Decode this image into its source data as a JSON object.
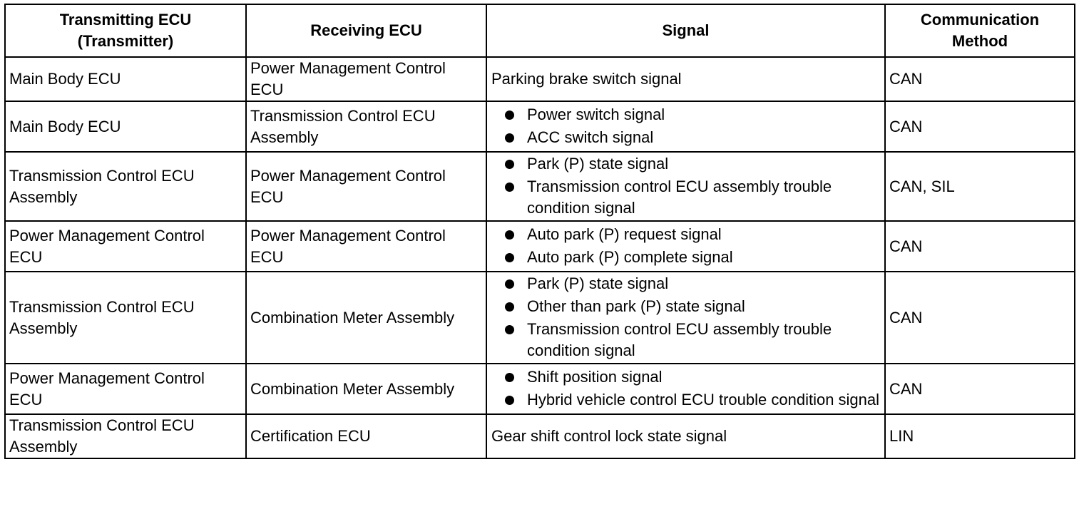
{
  "table": {
    "headers": [
      "Transmitting ECU (Transmitter)",
      "Receiving ECU",
      "Signal",
      "Communication Method"
    ],
    "rows": [
      {
        "transmitter": "Main Body ECU",
        "receiver": "Power Management Control ECU",
        "signals": [
          "Parking brake switch signal"
        ],
        "bulleted": false,
        "method": "CAN"
      },
      {
        "transmitter": "Main Body ECU",
        "receiver": "Transmission Control ECU Assembly",
        "signals": [
          "Power switch signal",
          "ACC switch signal"
        ],
        "bulleted": true,
        "method": "CAN"
      },
      {
        "transmitter": "Transmission Control ECU Assembly",
        "receiver": "Power Management Control ECU",
        "signals": [
          "Park (P) state signal",
          "Transmission control ECU assembly trouble condition signal"
        ],
        "bulleted": true,
        "method": "CAN, SIL"
      },
      {
        "transmitter": "Power Management Control ECU",
        "receiver": "Power Management Control ECU",
        "signals": [
          "Auto park (P) request signal",
          "Auto park (P) complete signal"
        ],
        "bulleted": true,
        "method": "CAN"
      },
      {
        "transmitter": "Transmission Control ECU Assembly",
        "receiver": "Combination Meter Assembly",
        "signals": [
          "Park (P) state signal",
          "Other than park (P) state signal",
          "Transmission control ECU assembly trouble condition signal"
        ],
        "bulleted": true,
        "method": "CAN"
      },
      {
        "transmitter": "Power Management Control ECU",
        "receiver": "Combination Meter Assembly",
        "signals": [
          "Shift position signal",
          "Hybrid vehicle control ECU trouble condition signal"
        ],
        "bulleted": true,
        "method": "CAN"
      },
      {
        "transmitter": "Transmission Control ECU Assembly",
        "receiver": "Certification ECU",
        "signals": [
          "Gear shift control lock state signal"
        ],
        "bulleted": false,
        "method": "LIN"
      }
    ]
  }
}
